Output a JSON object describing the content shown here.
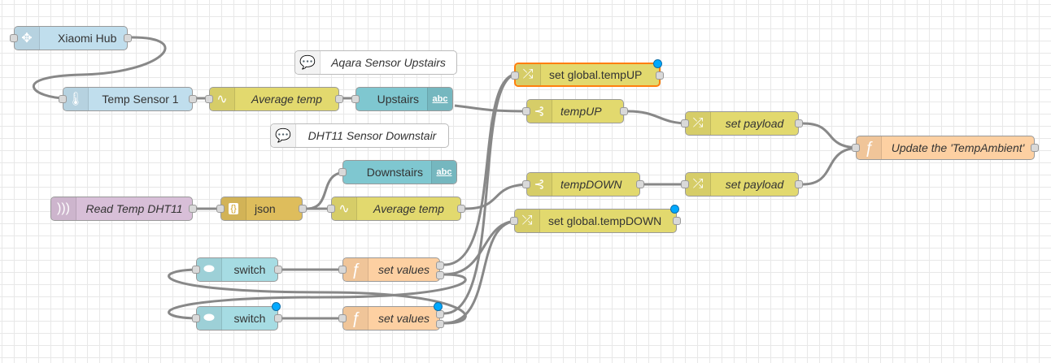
{
  "canvas": {
    "grid_color": "#e8e8e8",
    "background": "#ffffff",
    "wire_color": "#888888"
  },
  "nodes": {
    "xiaomi_hub": {
      "label": "Xiaomi Hub",
      "icon": "xiaomi-hub-icon",
      "color": "#c0deed"
    },
    "temp_sensor_1": {
      "label": "Temp Sensor 1",
      "icon": "thermometer-icon",
      "color": "#c0deed"
    },
    "average_temp_up": {
      "label": "Average temp",
      "icon": "smooth-wave-icon",
      "color": "#e2d96e"
    },
    "upstairs_text": {
      "label": "Upstairs",
      "icon": "abc-text-icon",
      "icon_text": "abc",
      "color": "#7fc7d0"
    },
    "comment_upstairs": {
      "label": "Aqara Sensor Upstairs",
      "icon": "comment-icon"
    },
    "comment_downstairs": {
      "label": "DHT11 Sensor Downstair",
      "icon": "comment-icon"
    },
    "downstairs_text": {
      "label": "Downstairs",
      "icon": "abc-text-icon",
      "icon_text": "abc",
      "color": "#7fc7d0"
    },
    "read_temp_dht11": {
      "label": "Read Temp DHT11",
      "icon": "radio-wave-icon",
      "color": "#d8bfd8"
    },
    "json": {
      "label": "json",
      "icon": "json-braces-icon",
      "icon_text": "{}",
      "color": "#debd5c"
    },
    "average_temp_down": {
      "label": "Average temp",
      "icon": "smooth-wave-icon",
      "color": "#e2d96e"
    },
    "switch_1": {
      "label": "switch",
      "icon": "toggle-switch-icon",
      "color": "#a6dce3"
    },
    "switch_2": {
      "label": "switch",
      "icon": "toggle-switch-icon",
      "color": "#a6dce3",
      "changed": true
    },
    "set_values_1": {
      "label": "set values",
      "icon": "function-icon",
      "icon_text": "ƒ",
      "color": "#fdd0a2"
    },
    "set_values_2": {
      "label": "set values",
      "icon": "function-icon",
      "icon_text": "ƒ",
      "color": "#fdd0a2",
      "changed": true
    },
    "set_global_tempup": {
      "label": "set global.tempUP",
      "icon": "shuffle-icon",
      "icon_text": "⤮",
      "color": "#e2d96e",
      "changed": true,
      "selected": true
    },
    "tempup_link": {
      "label": "tempUP",
      "icon": "split-icon",
      "icon_text": "⊰",
      "color": "#e2d96e"
    },
    "set_payload_up": {
      "label": "set payload",
      "icon": "shuffle-icon",
      "icon_text": "⤮",
      "color": "#e2d96e"
    },
    "tempdown_link": {
      "label": "tempDOWN",
      "icon": "split-icon",
      "icon_text": "⊰",
      "color": "#e2d96e"
    },
    "set_payload_down": {
      "label": "set payload",
      "icon": "shuffle-icon",
      "icon_text": "⤮",
      "color": "#e2d96e"
    },
    "set_global_tempdown": {
      "label": "set global.tempDOWN",
      "icon": "shuffle-icon",
      "icon_text": "⤮",
      "color": "#e2d96e",
      "changed": true
    },
    "update_tempambient": {
      "label": "Update the 'TempAmbient'",
      "icon": "function-icon",
      "icon_text": "ƒ",
      "color": "#fdd0a2"
    }
  }
}
